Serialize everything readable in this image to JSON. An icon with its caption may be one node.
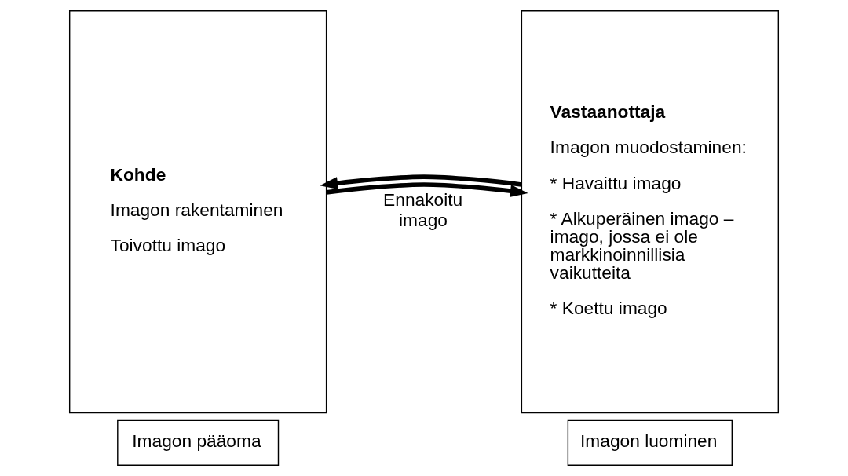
{
  "diagram": {
    "nodes": [
      {
        "text": [
          "Kohde",
          "Imagon rakentaminen",
          "Toivottu imago"
        ]
      },
      {
        "text": [
          "Imagon pääoma"
        ]
      },
      {
        "text": [
          "Vastaanottaja",
          "Imagon muodostaminen:",
          "* Havaittu imago",
          "* Alkuperäinen imago – imago, jossa ei ole markkinoinnillisia vaikutteita",
          "* Koettu imago"
        ]
      },
      {
        "text": [
          "Imagon luominen"
        ]
      }
    ],
    "edges": [
      {
        "from": 0,
        "to": 2,
        "arrow": "to"
      },
      {
        "from": 2,
        "to": 0,
        "arrow": "to"
      }
    ],
    "labels": [
      "Ennakoitu imago"
    ]
  }
}
